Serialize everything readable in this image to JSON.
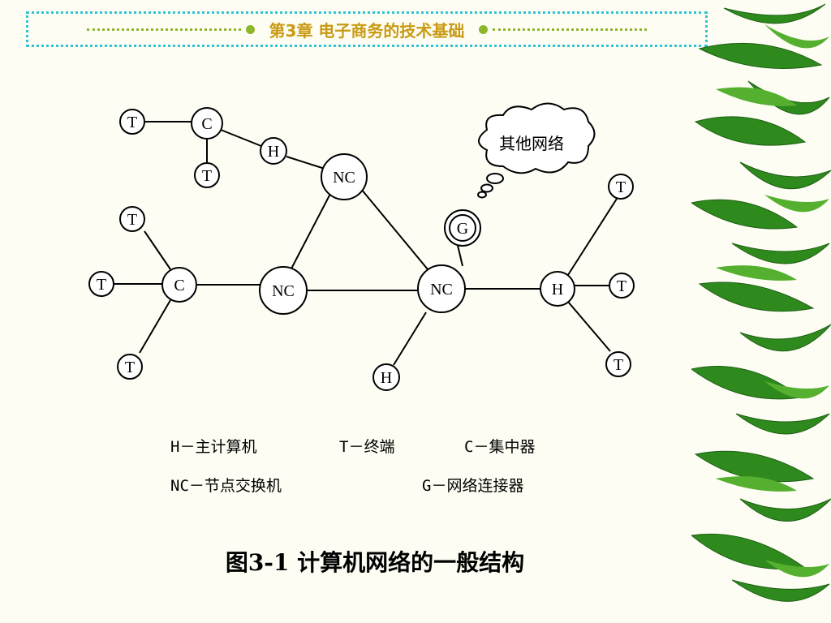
{
  "header": {
    "title": "第3章  电子商务的技术基础"
  },
  "diagram": {
    "nodes": {
      "t1": "T",
      "c1": "C",
      "h1": "H",
      "t2": "T",
      "nc_top": "NC",
      "cloud": "其他网络",
      "g": "G",
      "t3": "T",
      "t4": "T",
      "c2": "C",
      "t5": "T",
      "nc_left": "NC",
      "nc_right": "NC",
      "h2": "H",
      "h3": "H",
      "t6": "T",
      "t7": "T",
      "t8": "T"
    }
  },
  "legend": {
    "h": "H－主计算机",
    "t": "T－终端",
    "c": "C－集中器",
    "nc": "NC－节点交换机",
    "g": "G－网络连接器"
  },
  "caption": "图3-1  计算机网络的一般结构",
  "colors": {
    "header_border": "#2ec4d6",
    "header_line": "#8db62a",
    "header_text": "#c99a12",
    "leaf": "#2f8a1e"
  }
}
